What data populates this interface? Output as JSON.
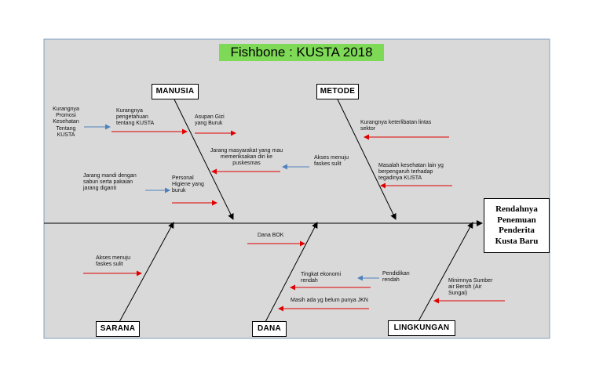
{
  "title": "Fishbone : KUSTA 2018",
  "effect": "Rendahnya\nPenemuan\nPenderita\nKusta Baru",
  "categories": {
    "manusia": "MANUSIA",
    "metode": "METODE",
    "sarana": "SARANA",
    "dana": "DANA",
    "lingkungan": "LINGKUNGAN"
  },
  "causes": {
    "promosi": "Kurangnya\nPromosi\nKesehatan\nTentang\nKUSTA",
    "pengetahuan": "Kurangnya\npengetahuan\ntentang KUSTA",
    "gizi": "Asupan Gizi\nyang Buruk",
    "periksa": "Jarang masyarakat yang mau\nmemeriksakan diri ke\npuskesmas",
    "akses_metode": "Akses menuju\nfaskes sulit",
    "mandi": "Jarang mandi dengan\nsabun serta pakaian\njarang diganti",
    "hygiene": "Personal\nHigiene yang\nburuk",
    "lintas": "Kurangnya keterlibatan lintas\nsektor",
    "kesehatan": "Masalah kesehatan lain yg\nberpengaruh terhadap\ntegadinya KUSTA",
    "bok": "Dana BOK",
    "akses_sarana": "Akses menuju\nfaskes sulit",
    "ekonomi": "Tingkat ekonomi\nrendah",
    "pendidikan": "Pendidikan\nrendah",
    "jkn": "Masih ada yg belum punya JKN",
    "air": "Minimnya Sumber\nair Bersih (Air\nSungai)"
  }
}
